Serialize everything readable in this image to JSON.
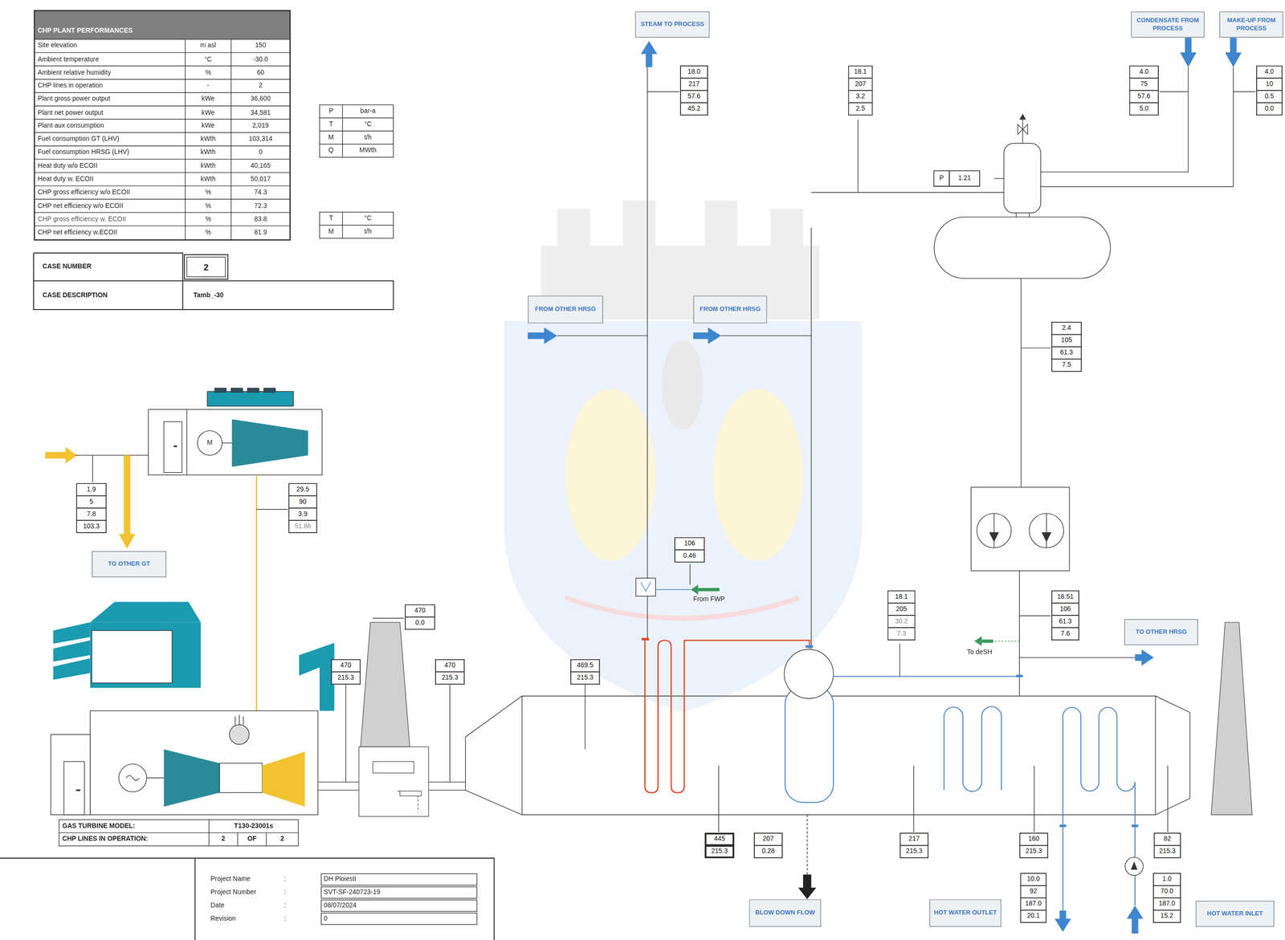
{
  "diagram": {
    "title": "CHP PLANT PERFORMANCES",
    "nodes": [
      {
        "text": [
          "STEAM TO PROCESS"
        ]
      },
      {
        "text": [
          "CONDENSATE FROM PROCESS"
        ]
      },
      {
        "text": [
          "MAKE-UP FROM PROCESS"
        ]
      },
      {
        "text": [
          "18.0",
          "217",
          "57.6",
          "45.2"
        ]
      },
      {
        "text": [
          "18.1",
          "207",
          "3.2",
          "2.5"
        ]
      },
      {
        "text": [
          "4.0",
          "75",
          "57.6",
          "5.0"
        ]
      },
      {
        "text": [
          "4.0",
          "10",
          "0.5",
          "0.0"
        ]
      },
      {
        "text": [
          "P",
          "1.21"
        ]
      },
      {
        "text": [
          "FROM OTHER HRSG"
        ]
      },
      {
        "text": [
          "FROM OTHER HRSG"
        ]
      },
      {
        "text": [
          "2.4",
          "105",
          "61.3",
          "7.5"
        ]
      },
      {
        "text": [
          "1.9",
          "5",
          "7.8",
          "103.3"
        ]
      },
      {
        "text": [
          "29.5",
          "90",
          "3.9",
          "51.66"
        ]
      },
      {
        "text": [
          "TO OTHER GT"
        ]
      },
      {
        "text": [
          "106",
          "0.46"
        ]
      },
      {
        "text": [
          "18.1",
          "205",
          "30.2",
          "7.3"
        ]
      },
      {
        "text": [
          "18.51",
          "106",
          "61.3",
          "7.6"
        ]
      },
      {
        "text": [
          "470",
          "0.0"
        ]
      },
      {
        "text": [
          "TO OTHER HRSG"
        ]
      },
      {
        "text": [
          "470",
          "215.3"
        ]
      },
      {
        "text": [
          "470",
          "215.3"
        ]
      },
      {
        "text": [
          "469.5",
          "215.3"
        ]
      },
      {
        "text": [
          "445",
          "215.3"
        ]
      },
      {
        "text": [
          "207",
          "0.28"
        ]
      },
      {
        "text": [
          "217",
          "215.3"
        ]
      },
      {
        "text": [
          "160",
          "215.3"
        ]
      },
      {
        "text": [
          "82",
          "215.3"
        ]
      },
      {
        "text": [
          "10.0",
          "92",
          "187.0",
          "20.1"
        ]
      },
      {
        "text": [
          "1.0",
          "70.0",
          "187.0",
          "15.2"
        ]
      },
      {
        "text": [
          "BLOW DOWN FLOW"
        ]
      },
      {
        "text": [
          "HOT WATER OUTLET"
        ]
      },
      {
        "text": [
          "HOT WATER INLET"
        ]
      }
    ],
    "labels": [
      "Site elevation",
      "m asl",
      "150",
      "Ambient temperature",
      "°C",
      "-30.0",
      "Ambient relative humidity",
      "%",
      "60",
      "CHP lines in operation",
      "-",
      "2",
      "Plant gross power output",
      "kWe",
      "36,600",
      "Plant net power output",
      "kWe",
      "34,581",
      "Plant aux consumption",
      "kWe",
      "2,019",
      "Fuel consumption GT (LHV)",
      "kWth",
      "103,314",
      "Fuel consumption HRSG (LHV)",
      "kWth",
      "0",
      "Heat duty w/o ECOII",
      "kWth",
      "40,165",
      "Heat duty w. ECOII",
      "kWth",
      "50,017",
      "CHP gross efficiency w/o ECOII",
      "%",
      "74.3",
      "CHP net efficiency w/o ECOII",
      "%",
      "72.3",
      "CHP gross efficiency w. ECOII",
      "%",
      "83.8",
      "CHP net efficiency w.ECOII",
      "%",
      "81.9",
      "P",
      "bar-a",
      "T",
      "°C",
      "M",
      "t/h",
      "Q",
      "MWth",
      "T",
      "°C",
      "M",
      "t/h",
      "CASE NUMBER",
      "2",
      "CASE DESCRIPTION",
      "Tamb_-30",
      "GAS TURBINE MODEL:",
      "T130-23001s",
      "CHP LINES IN OPERATION:",
      "2",
      "OF",
      "2",
      "Project Name",
      ":",
      "DH Ploiesti",
      "Project Number",
      ":",
      "SVT-SF-240723-19",
      "Date",
      ":",
      "08/07/2024",
      "Revision",
      ":",
      "0",
      "From FWP",
      "To deSH",
      "M"
    ]
  }
}
